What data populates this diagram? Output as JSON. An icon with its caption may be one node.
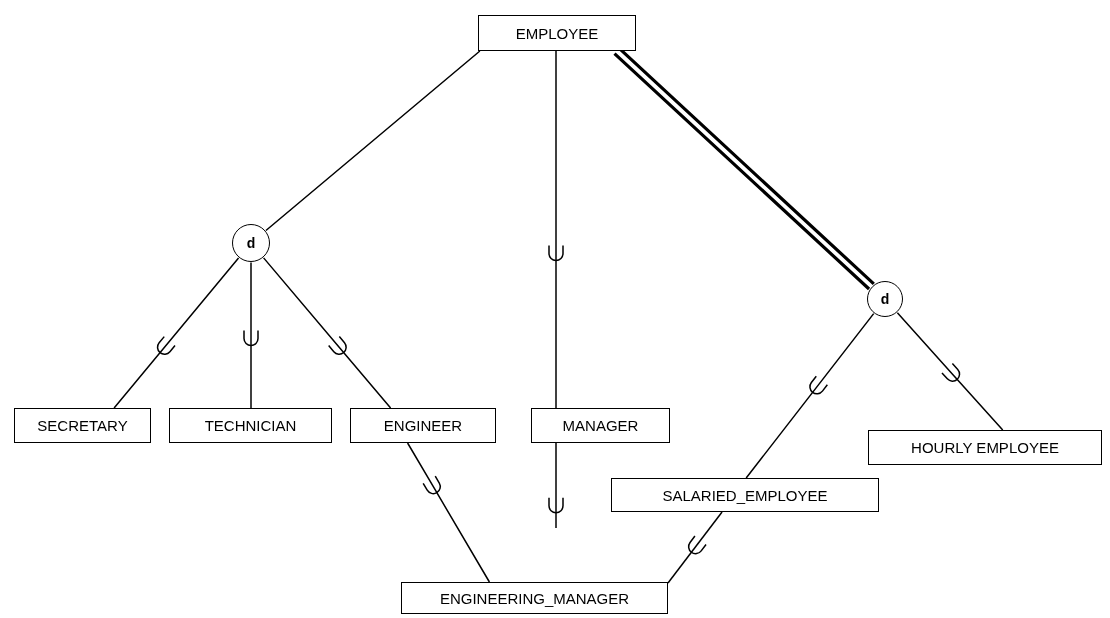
{
  "diagram": {
    "nodes": [
      {
        "text": [
          "EMPLOYEE"
        ]
      },
      {
        "text": [
          "d"
        ]
      },
      {
        "text": [
          "d"
        ]
      },
      {
        "text": [
          "SECRETARY"
        ]
      },
      {
        "text": [
          "TECHNICIAN"
        ]
      },
      {
        "text": [
          "ENGINEER"
        ]
      },
      {
        "text": [
          "MANAGER"
        ]
      },
      {
        "text": [
          "HOURLY EMPLOYEE"
        ]
      },
      {
        "text": [
          "SALARIED_EMPLOYEE"
        ]
      },
      {
        "text": [
          "ENGINEERING_MANAGER"
        ]
      }
    ],
    "edges": [
      {
        "from": 0,
        "to": 1,
        "arrow": "none"
      },
      {
        "from": 0,
        "to": 6,
        "arrow": "none"
      },
      {
        "from": 0,
        "to": 2,
        "arrow": "none",
        "style": "thick"
      },
      {
        "from": 1,
        "to": 3,
        "arrow": "none"
      },
      {
        "from": 1,
        "to": 4,
        "arrow": "none"
      },
      {
        "from": 1,
        "to": 5,
        "arrow": "none"
      },
      {
        "from": 2,
        "to": 8,
        "arrow": "none"
      },
      {
        "from": 2,
        "to": 7,
        "arrow": "none"
      },
      {
        "from": 5,
        "to": 9,
        "arrow": "none"
      },
      {
        "from": 8,
        "to": 9,
        "arrow": "none"
      },
      {
        "from": 6,
        "to": null,
        "arrow": "none"
      }
    ]
  }
}
